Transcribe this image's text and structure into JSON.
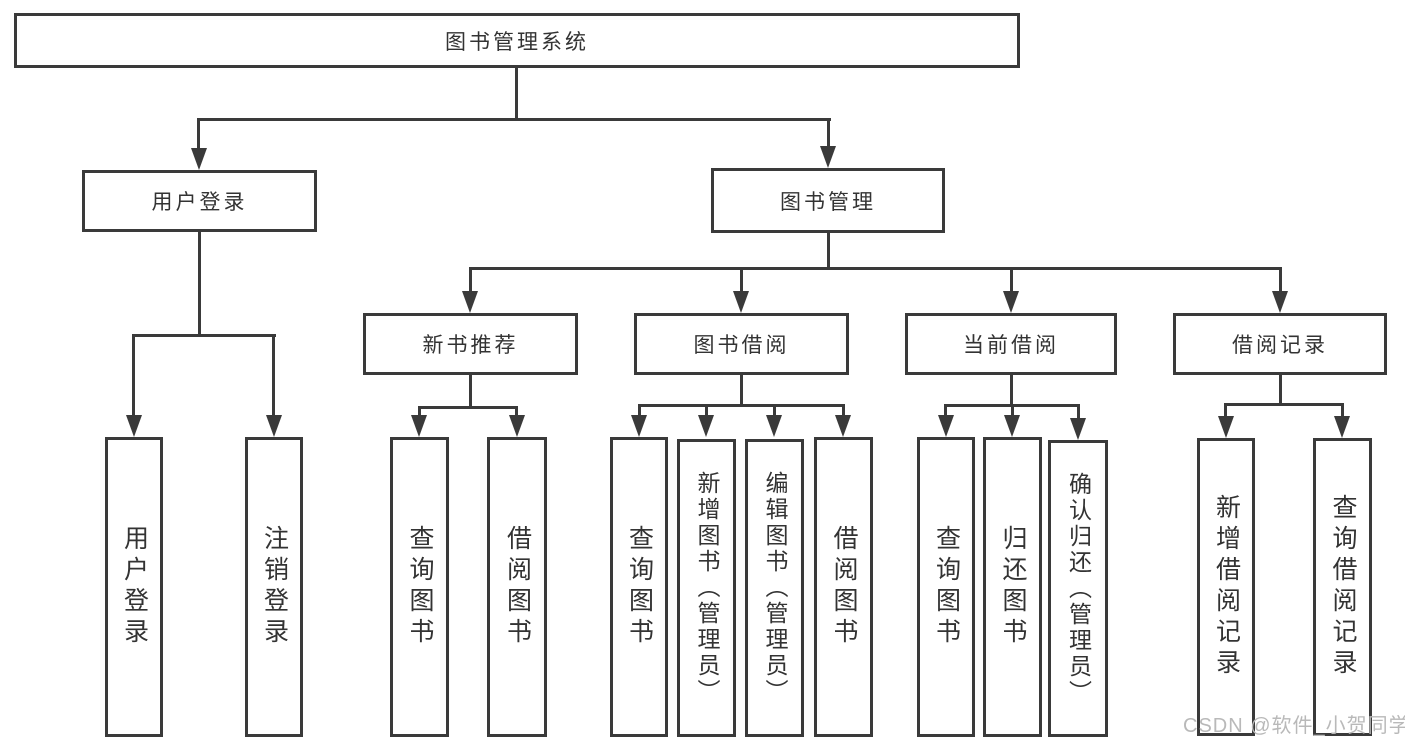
{
  "diagram": {
    "root": "图书管理系统",
    "branches": [
      {
        "label": "用户登录",
        "children": [
          "用户登录",
          "注销登录"
        ]
      },
      {
        "label": "图书管理",
        "children": [
          {
            "label": "新书推荐",
            "children": [
              "查询图书",
              "借阅图书"
            ]
          },
          {
            "label": "图书借阅",
            "children": [
              "查询图书",
              "新增图书（管理员）",
              "编辑图书（管理员）",
              "借阅图书"
            ]
          },
          {
            "label": "当前借阅",
            "children": [
              "查询图书",
              "归还图书",
              "确认归还（管理员）"
            ]
          },
          {
            "label": "借阅记录",
            "children": [
              "新增借阅记录",
              "查询借阅记录"
            ]
          }
        ]
      }
    ]
  },
  "watermark": "CSDN @软件_小贺同学",
  "colors": {
    "line": "#3a3a3a",
    "text": "#333333",
    "watermark": "#b9b9b9",
    "background": "#ffffff"
  }
}
